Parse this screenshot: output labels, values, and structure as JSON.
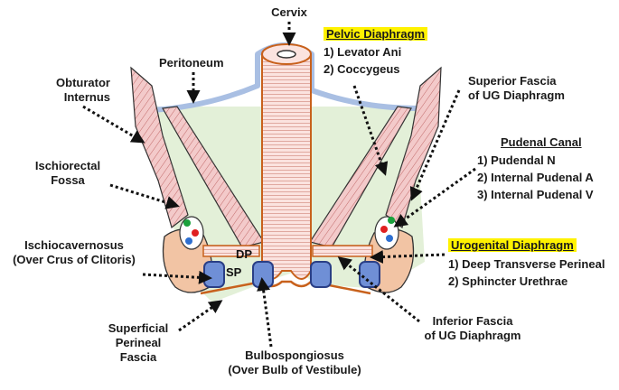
{
  "labels": {
    "cervix": "Cervix",
    "peritoneum": "Peritoneum",
    "obturator_internus_1": "Obturator",
    "obturator_internus_2": "Internus",
    "ischiorectal_fossa_1": "Ischiorectal",
    "ischiorectal_fossa_2": "Fossa",
    "ischiocavernosus_1": "Ischiocavernosus",
    "ischiocavernosus_2": "(Over Crus of Clitoris)",
    "superficial_perineal_1": "Superficial",
    "superficial_perineal_2": "Perineal",
    "superficial_perineal_3": "Fascia",
    "bulbospongiosus_1": "Bulbospongiosus",
    "bulbospongiosus_2": "(Over Bulb of Vestibule)",
    "inferior_fascia_1": "Inferior Fascia",
    "inferior_fascia_2": "of UG Diaphragm",
    "superior_fascia_1": "Superior Fascia",
    "superior_fascia_2": "of UG Diaphragm",
    "dp": "DP",
    "sp": "SP"
  },
  "pelvic_diaphragm": {
    "title": "Pelvic Diaphragm",
    "items": [
      "1)   Levator Ani",
      "2)   Coccygeus"
    ]
  },
  "pudendal_canal": {
    "title": "Pudenal Canal",
    "items": [
      "1)   Pudendal N",
      "2)   Internal Pudenal A",
      "3)   Internal Pudenal V"
    ]
  },
  "urogenital_diaphragm": {
    "title": "Urogenital Diaphragm",
    "items": [
      "1)   Deep Transverse Perineal",
      "2) Sphincter Urethrae"
    ]
  },
  "colors": {
    "highlight": "#fff200",
    "peritoneum": "#a9bfe3",
    "pelvic_fill": "#e3f0d8",
    "muscle": "#f2c3c3",
    "muscle_line": "#b05050",
    "bone": "#f2c4a4",
    "fascia": "#c8611c",
    "crus": "#3b5fb0",
    "nerve": "#1aa13c",
    "artery": "#e02020",
    "vein": "#2e6fd0"
  }
}
